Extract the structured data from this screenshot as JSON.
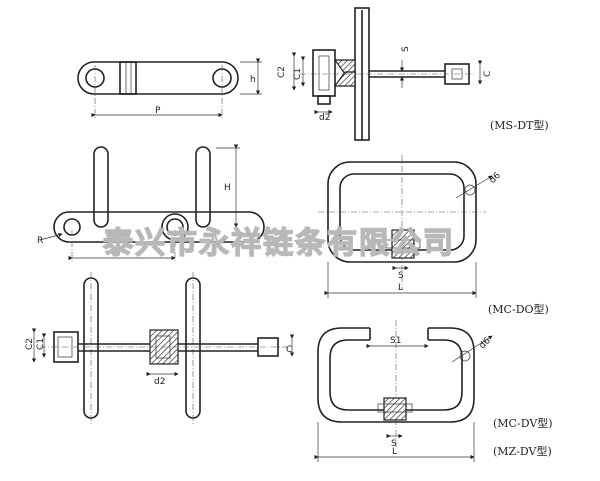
{
  "watermark": "泰兴市永祥链条有限公司",
  "labels": {
    "ms_dt": "(MS-DT型)",
    "mc_do": "(MC-DO型)",
    "mc_dv": "(MC-DV型)",
    "mz_dv": "(MZ-DV型)"
  },
  "dims": {
    "p": "P",
    "h_small": "h",
    "c2": "C2",
    "c1": "C1",
    "d2": "d2",
    "s": "S",
    "c": "C",
    "h_big": "H",
    "r": "R",
    "d6": "d6",
    "s1": "S1",
    "l": "L"
  }
}
